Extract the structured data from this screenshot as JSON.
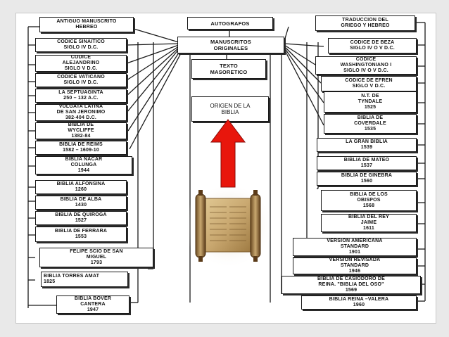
{
  "center": {
    "autografos": "AUTOGRAFOS",
    "manuscritos": "MANUSCRITOS\nORIGINALES",
    "masoretico": "TEXTO\nMASORETICO",
    "origen": "ORIGEN DE LA\nBIBLIA"
  },
  "left_column": [
    "ANTIGUO MANUSCRITO\nHEBREO",
    "CODICE SINAITICO\nSIGLO IV D.C.",
    "CODICE\nALEJANDRINO\nSIGLO V D.C.",
    "CODICE VATICANO\nSIGLO IV D.C.",
    "LA SEPTUAGINTA\n250 – 132 A.C.",
    "VULGATA LATINA\nDE SAN JERONIMO\n382-404 D.C.",
    "BIBLIA DE\nWYCLIFFE\n1382-84",
    "BIBLIA DE REIMS\n1582 – 1609-10",
    "BIBLIA NACAR\nCOLUNGA\n1944",
    "BIBLIA ALFONSINA\n1260",
    "BIBLIA DE ALBA\n1430",
    "BIBLIA DE QUIROGA\n1527",
    "BIBLIA DE FERRARA\n1553",
    "FELIPE SCIO DE SAN\nMIGUEL\n1793",
    "BIBLIA TORRES AMAT\n1825",
    "BIBLIA BOVER\nCANTERA\n1947"
  ],
  "right_column": [
    "TRADUCCION DEL\nGRIEGO Y HEBREO",
    "CODICE DE BEZA\nSIGLO IV O V D.C.",
    "CODICE\nWASHINGTONIANO I\nSIGLO IV O V D.C.",
    "CODICE DE EFREN\nSIGLO V D.C.",
    "N.T. DE\nTYNDALE\n1525",
    "BIBLIA DE\nCOVERDALE\n1535",
    "LA GRAN BIBLIA\n1539",
    "BIBLIA DE MATEO\n1537",
    "BIBLIA DE GINEBRA\n1560",
    "BIBLIA DE LOS\nOBISPOS\n1568",
    "BIBLIA DEL REY\nJAIME\n1611",
    "VERSION AMERICANA\nSTANDARD\n1901",
    "VERSION REVISADA\nSTANDARD\n1946",
    "BIBLIA DE CASIODORO DE\nREINA. \"BIBLIA DEL OSO\"\n1569",
    "BIBLIA REINA –VALERA\n1960"
  ],
  "colors": {
    "arrow": "#e8160c",
    "scroll": "#c9a870",
    "background": "#e9e9e9"
  },
  "icons": {
    "scroll": "scroll-parchment-icon",
    "arrow": "up-arrow-icon"
  }
}
